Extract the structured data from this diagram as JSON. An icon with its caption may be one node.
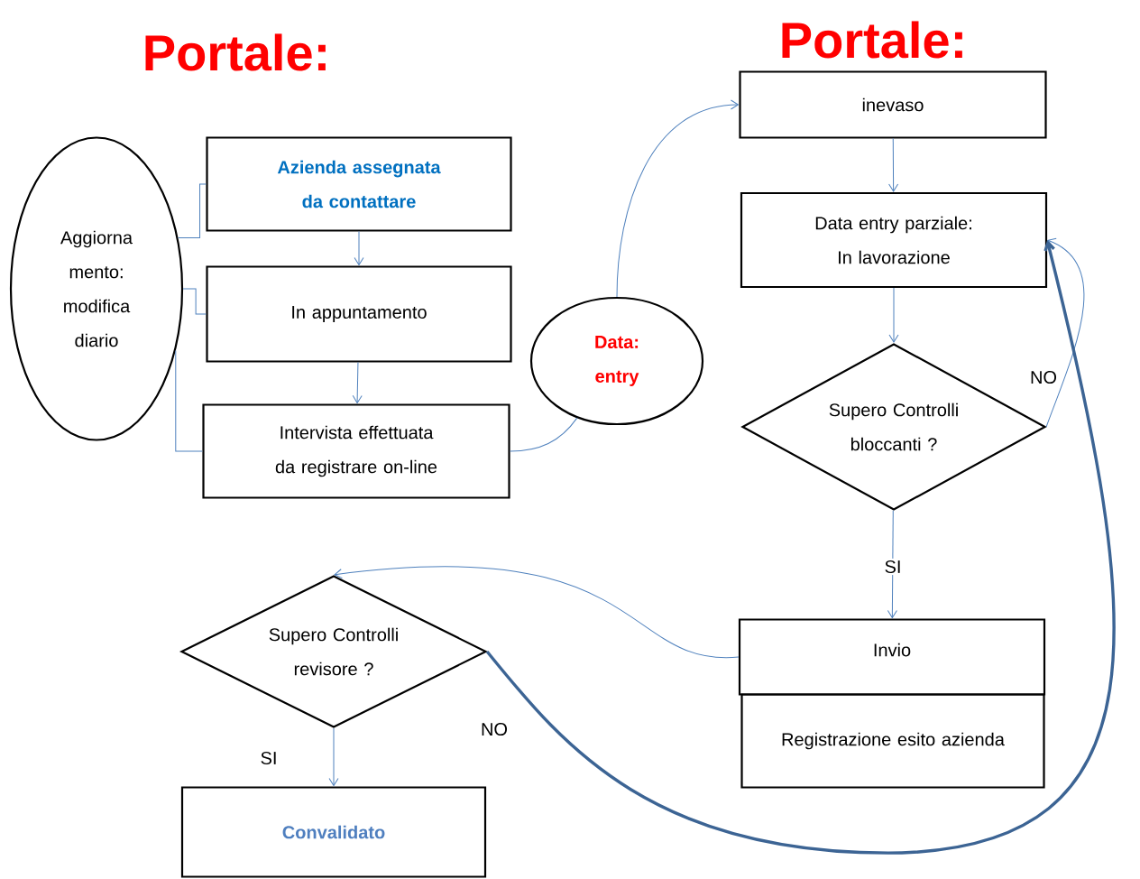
{
  "diagram": {
    "nodes": [
      {
        "text": [
          "Aggiorna mento: modifica diario"
        ]
      },
      {
        "text": [
          "Azienda assegnata da contattare"
        ]
      },
      {
        "text": [
          "In appuntamento"
        ]
      },
      {
        "text": [
          "Intervista effettuata da registrare on-line"
        ]
      },
      {
        "text": [
          "Data: entry"
        ]
      },
      {
        "text": [
          "inevaso"
        ]
      },
      {
        "text": [
          "Data entry parziale: In lavorazione"
        ]
      },
      {
        "text": [
          "Supero Controlli bloccanti ?"
        ]
      },
      {
        "text": [
          "Invio"
        ]
      },
      {
        "text": [
          "Registrazione esito azienda"
        ]
      },
      {
        "text": [
          "Supero Controlli revisore ?"
        ]
      },
      {
        "text": [
          "Convalidato"
        ]
      }
    ],
    "edges": [
      {
        "from": 0,
        "to": 1,
        "arrow": "none"
      },
      {
        "from": 0,
        "to": 2,
        "arrow": "none"
      },
      {
        "from": 0,
        "to": 3,
        "arrow": "none"
      },
      {
        "from": 1,
        "to": 2,
        "arrow": "to"
      },
      {
        "from": 2,
        "to": 3,
        "arrow": "to"
      },
      {
        "from": 3,
        "to": 4,
        "arrow": "none"
      },
      {
        "from": 4,
        "to": 5,
        "arrow": "to"
      },
      {
        "from": 5,
        "to": 6,
        "arrow": "to"
      },
      {
        "from": 6,
        "to": 7,
        "arrow": "to"
      },
      {
        "from": 7,
        "to": 6,
        "arrow": "to",
        "label": "NO"
      },
      {
        "from": 7,
        "to": 8,
        "arrow": "to",
        "label": "SI"
      },
      {
        "from": 8,
        "to": 10,
        "arrow": "to"
      },
      {
        "from": 10,
        "to": 11,
        "arrow": "to",
        "label": "SI"
      },
      {
        "from": 10,
        "to": 6,
        "arrow": "to",
        "label": "NO",
        "style": "thick",
        "color": "#3c6494"
      }
    ],
    "labels": [
      "Portale:",
      "Portale:"
    ]
  }
}
